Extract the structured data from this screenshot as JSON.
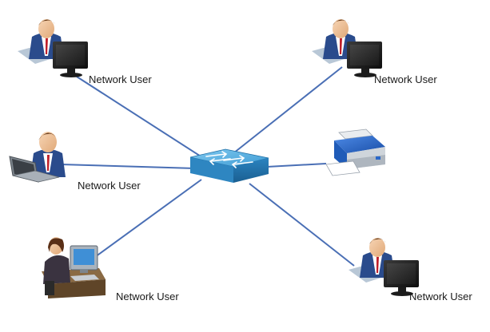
{
  "nodes": {
    "user_top_left": {
      "label": "Network User",
      "icon": "desktop-user-icon"
    },
    "user_top_right": {
      "label": "Network User",
      "icon": "desktop-user-icon"
    },
    "user_mid_left": {
      "label": "Network User",
      "icon": "laptop-user-icon"
    },
    "user_bottom_left": {
      "label": "Network User",
      "icon": "workstation-user-icon"
    },
    "user_bottom_right": {
      "label": "Network User",
      "icon": "desktop-user-icon"
    },
    "printer": {
      "label": "",
      "icon": "printer-icon"
    },
    "switch": {
      "label": "",
      "icon": "network-switch-icon"
    }
  },
  "colors": {
    "link": "#4a6fb5",
    "switch_top": "#5ab0df",
    "switch_side": "#2e86c1",
    "switch_front": "#1f6fa6",
    "skin": "#f2c7a0",
    "hair": "#6b3f1d",
    "shirt": "#ffffff",
    "tie": "#c0202a",
    "suit": "#2a4b8c",
    "monitor": "#1c1c1c",
    "screen": "#2c2c2c",
    "printer_blue": "#2a68c9",
    "printer_gray": "#d7dbe0"
  }
}
